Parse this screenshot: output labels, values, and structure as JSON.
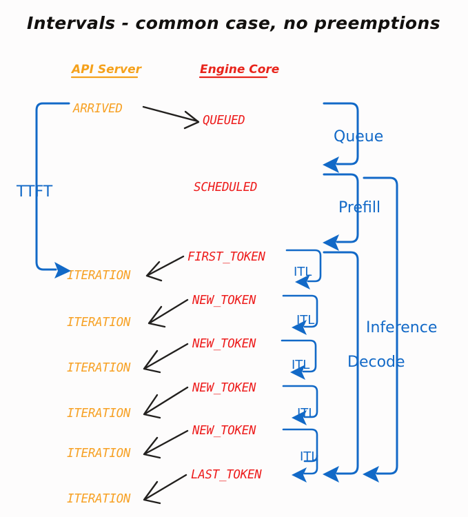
{
  "diagram": {
    "title": "Intervals - common case, no preemptions",
    "background_color": "#fdfcfc",
    "columns": [
      {
        "label": "API Server",
        "color": "#f5a11b"
      },
      {
        "label": "Engine Core",
        "color": "#e8241b"
      }
    ],
    "api_server_states": [
      {
        "label": "ARRIVED"
      },
      {
        "label": "ITERATION"
      },
      {
        "label": "ITERATION"
      },
      {
        "label": "ITERATION"
      },
      {
        "label": "ITERATION"
      },
      {
        "label": "ITERATION"
      },
      {
        "label": "ITERATION"
      }
    ],
    "engine_core_states": [
      {
        "label": "QUEUED"
      },
      {
        "label": "SCHEDULED"
      },
      {
        "label": "FIRST_TOKEN"
      },
      {
        "label": "NEW_TOKEN"
      },
      {
        "label": "NEW_TOKEN"
      },
      {
        "label": "NEW_TOKEN"
      },
      {
        "label": "NEW_TOKEN"
      },
      {
        "label": "LAST_TOKEN"
      }
    ],
    "intervals": [
      {
        "name": "TTFT",
        "color": "#1269c7"
      },
      {
        "name": "Queue",
        "color": "#1269c7"
      },
      {
        "name": "Prefill",
        "color": "#1269c7"
      },
      {
        "name": "Decode",
        "color": "#1269c7"
      },
      {
        "name": "Inference",
        "color": "#1269c7"
      }
    ],
    "itl_labels": [
      {
        "label": "ITL"
      },
      {
        "label": "ITL"
      },
      {
        "label": "ITL"
      },
      {
        "label": "ITL"
      },
      {
        "label": "ITL"
      }
    ]
  }
}
